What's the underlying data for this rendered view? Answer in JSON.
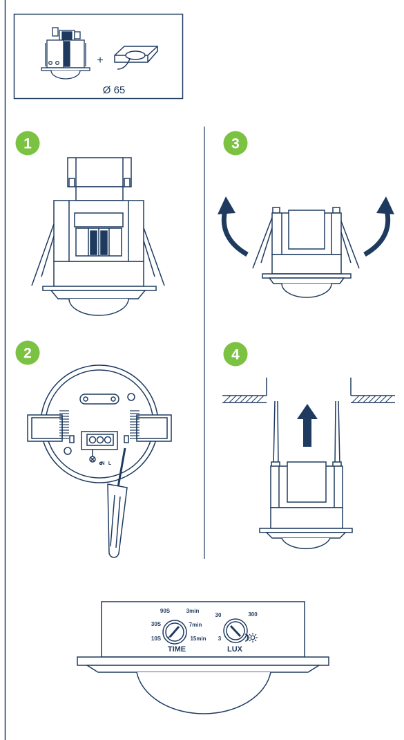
{
  "colors": {
    "ink": "#1e3a5f",
    "step_badge": "#7cc242",
    "background": "#ffffff"
  },
  "kit": {
    "plus": "+",
    "diameter_label": "Ø 65"
  },
  "steps": [
    {
      "number": "1"
    },
    {
      "number": "2"
    },
    {
      "number": "3"
    },
    {
      "number": "4"
    }
  ],
  "terminal_labels": {
    "n": "N",
    "l": "L"
  },
  "front_panel": {
    "time_label": "TIME",
    "lux_label": "LUX",
    "time_marks": [
      "90S",
      "3min",
      "30S",
      "7min",
      "10S",
      "15min"
    ],
    "lux_marks": [
      "30",
      "300",
      "3"
    ]
  }
}
